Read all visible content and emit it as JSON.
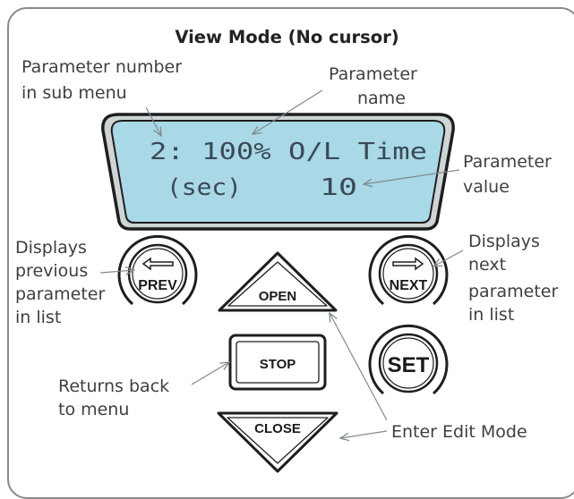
{
  "title": "View Mode (No cursor)",
  "lcd": {
    "line1": "2: 100% O/L Time",
    "line2_unit": "(sec)",
    "line2_value": "10"
  },
  "annotations": {
    "param_number": [
      "Parameter number",
      "in sub menu"
    ],
    "param_name": [
      "Parameter",
      "name"
    ],
    "param_value": [
      "Parameter",
      "value"
    ],
    "prev_desc": [
      "Displays",
      "previous",
      "parameter",
      "in list"
    ],
    "next_desc": [
      "Displays",
      "next",
      "parameter",
      "in list"
    ],
    "returns": [
      "Returns back",
      "to menu"
    ],
    "enter_edit": "Enter Edit Mode"
  },
  "buttons": {
    "prev": "PREV",
    "open": "OPEN",
    "next": "NEXT",
    "stop": "STOP",
    "set": "SET",
    "close": "CLOSE"
  },
  "colors": {
    "lcd_fill": "#a9d8e6",
    "lcd_text": "#3a4a55",
    "frame": "#8a8a8a"
  }
}
